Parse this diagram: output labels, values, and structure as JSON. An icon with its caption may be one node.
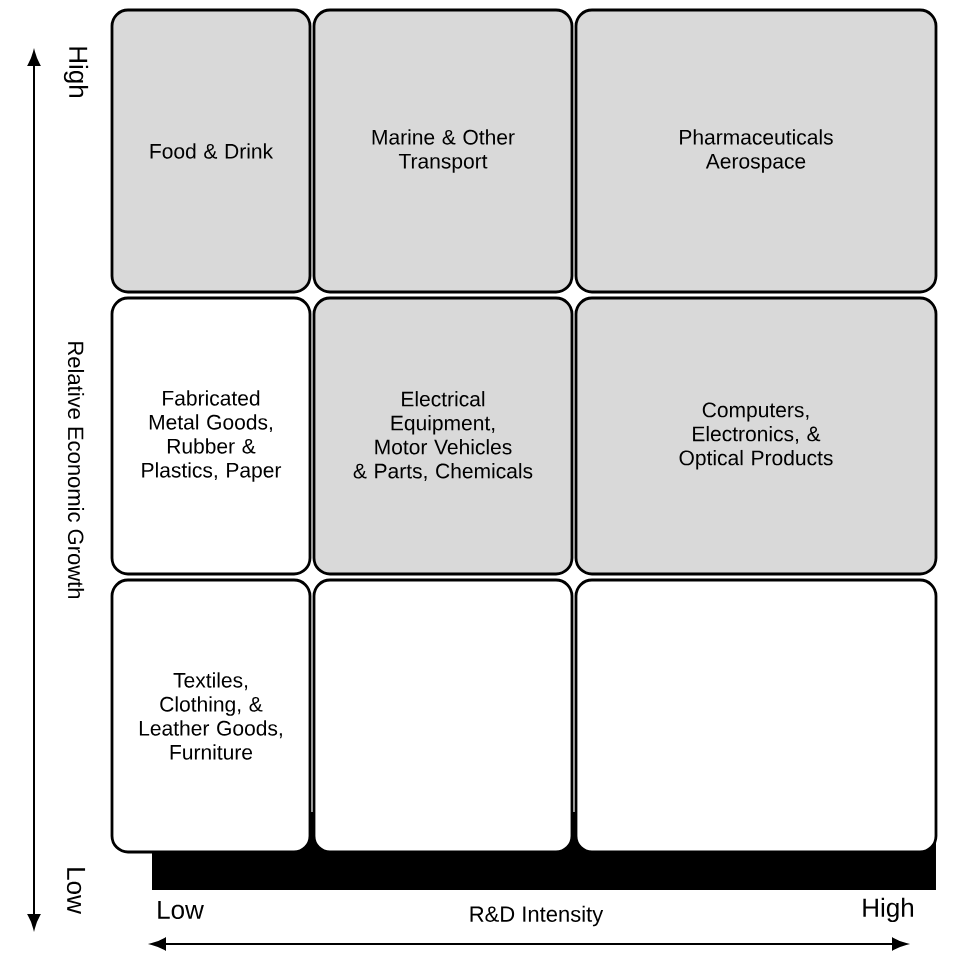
{
  "diagram": {
    "nodes": [
      {
        "text": [
          "Food & Drink"
        ]
      },
      {
        "text": [
          "Marine & Other Transport"
        ]
      },
      {
        "text": [
          "Pharmaceuticals Aerospace"
        ]
      },
      {
        "text": [
          "Fabricated Metal Goods, Rubber & Plastics, Paper"
        ]
      },
      {
        "text": [
          "Electrical Equipment, Motor Vehicles & Parts, Chemicals"
        ]
      },
      {
        "text": [
          "Computers, Electronics, & Optical Products"
        ]
      },
      {
        "text": [
          "Textiles, Clothing, & Leather Goods, Furniture"
        ]
      },
      {
        "text": [],
        "shape": "box"
      },
      {
        "text": [],
        "shape": "box"
      }
    ],
    "edges": [],
    "labels": [
      "High",
      "Relative Economic Growth",
      "Low",
      "Low",
      "R&D Intensity",
      "High"
    ]
  }
}
